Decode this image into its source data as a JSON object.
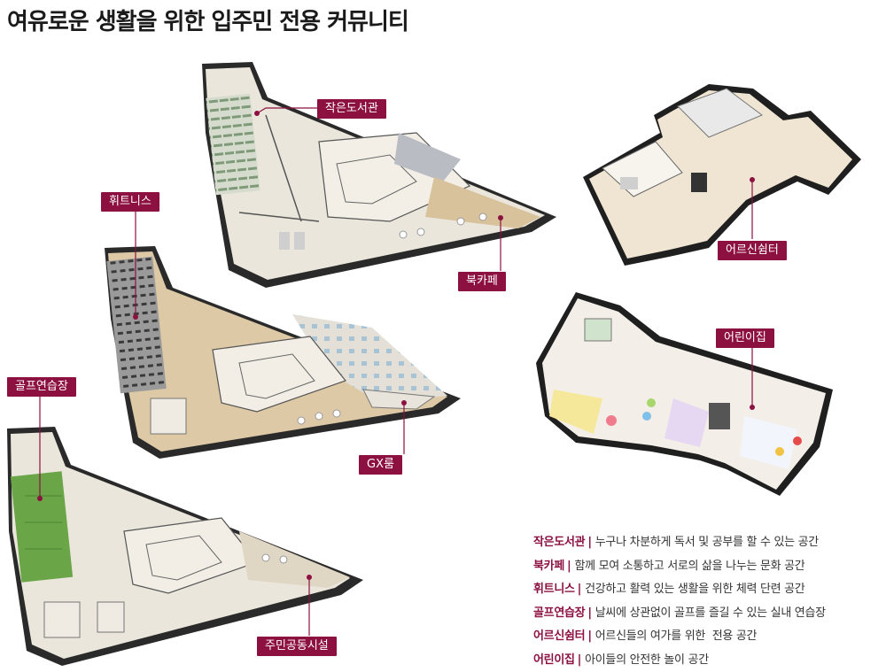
{
  "title": "여유로운 생활을 위한 입주민 전용 커뮤니티",
  "labels": {
    "library": "작은도서관",
    "fitness": "휘트니스",
    "golf": "골프연습장",
    "book_cafe": "북카페",
    "gx": "GX룸",
    "community": "주민공동시설",
    "senior": "어르신쉼터",
    "daycare": "어린이집"
  },
  "legend": [
    {
      "name": "작은도서관",
      "desc": "누구나 차분하게 독서 및 공부를 할 수 있는 공간"
    },
    {
      "name": "북카페",
      "desc": "함께 모여 소통하고 서로의 삶을 나누는 문화 공간"
    },
    {
      "name": "휘트니스",
      "desc": "건강하고 활력 있는 생활을 위한 체력 단련 공간"
    },
    {
      "name": "골프연습장",
      "desc": "날씨에 상관없이 골프를 즐길 수 있는 실내 연습장"
    },
    {
      "name": "어르신쉼터",
      "desc": "어르신들의 여가를 위한  전용 공간"
    },
    {
      "name": "어린이집",
      "desc": "아이들의 안전한 놀이 공간"
    }
  ],
  "colors": {
    "accent": "#8c1040",
    "floor_light": "#ece6da",
    "floor_wood": "#dcc7a3",
    "wall": "#1d1d1d",
    "golf_green": "#6aa548"
  }
}
